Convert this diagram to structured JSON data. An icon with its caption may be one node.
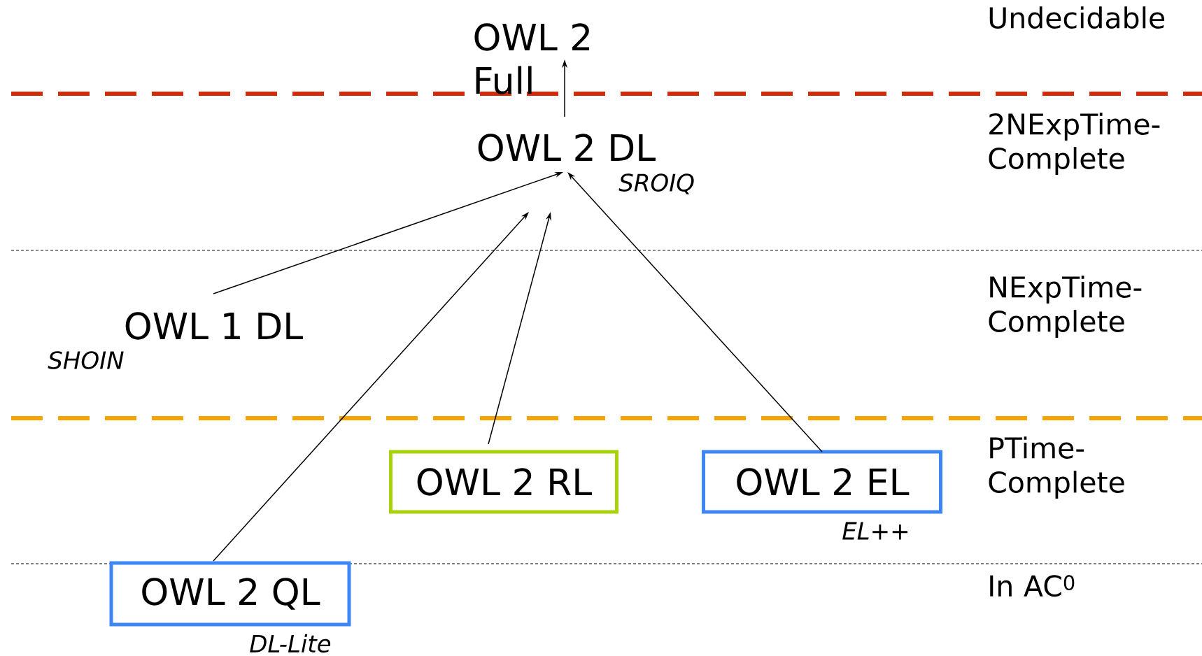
{
  "diagram": {
    "nodes": [
      {
        "text": [
          "OWL 2 Full"
        ]
      },
      {
        "text": [
          "OWL 2 DL"
        ],
        "beside": [
          "SROIQ"
        ]
      },
      {
        "text": [
          "OWL 1 DL"
        ],
        "beside": [
          "SHOIN"
        ]
      },
      {
        "text": [
          "OWL 2 RL"
        ]
      },
      {
        "text": [
          "OWL 2 EL"
        ],
        "beside": [
          "EL++"
        ]
      },
      {
        "text": [
          "OWL 2 QL"
        ],
        "beside": [
          "DL-Lite"
        ]
      }
    ],
    "edges": [
      {
        "from": 1,
        "to": 0,
        "arrow": "to"
      },
      {
        "from": 2,
        "to": 1,
        "arrow": "to"
      },
      {
        "from": 5,
        "to": 1,
        "arrow": "to"
      },
      {
        "from": 3,
        "to": 1,
        "arrow": "to"
      },
      {
        "from": 4,
        "to": 1,
        "arrow": "to"
      }
    ],
    "labels": [
      "Undecidable",
      "2NExpTime-Complete",
      "NExpTime-Complete",
      "PTime-Complete",
      "In AC$^{0}$"
    ]
  }
}
